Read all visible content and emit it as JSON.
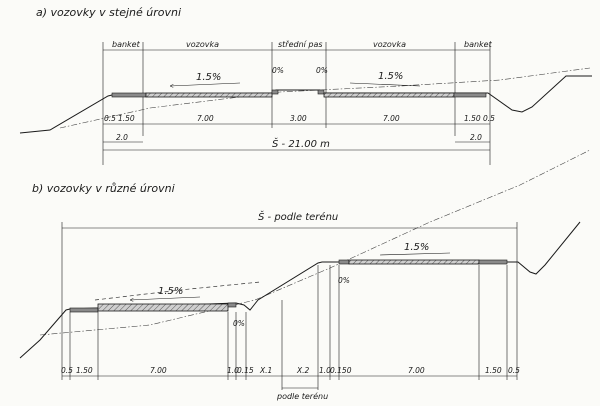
{
  "section_a": {
    "title": "a) vozovky v stejné úrovni",
    "labels": {
      "banket_left": "banket",
      "vozovka_left": "vozovka",
      "stredni_pas": "střední pas",
      "vozovka_right": "vozovka",
      "banket_right": "banket"
    },
    "slope_left": "1.5%",
    "slope_right": "1.5%",
    "small_slope_left": "0%",
    "small_slope_right": "0%",
    "dims_row1": [
      "0.5",
      "1.50",
      "7.00",
      "3.00",
      "7.00",
      "1.50",
      "0.5"
    ],
    "dims_row2_left": "2.0",
    "dims_row2_right": "2.0",
    "total": "Š - 21.00 m"
  },
  "section_b": {
    "title": "b) vozovky v různé úrovni",
    "total": "Š - podle terénu",
    "slope_left": "1.5%",
    "slope_right": "1.5%",
    "small_slope_left": "0%",
    "small_slope_right": "0%",
    "dims": [
      "0.5",
      "1.50",
      "7.00",
      "1.0",
      "0.15",
      "X.1",
      "X.2",
      "1.0",
      "0.150",
      "7.00",
      "1.50",
      "0.5"
    ],
    "podle_terenu": "podle terénu"
  }
}
